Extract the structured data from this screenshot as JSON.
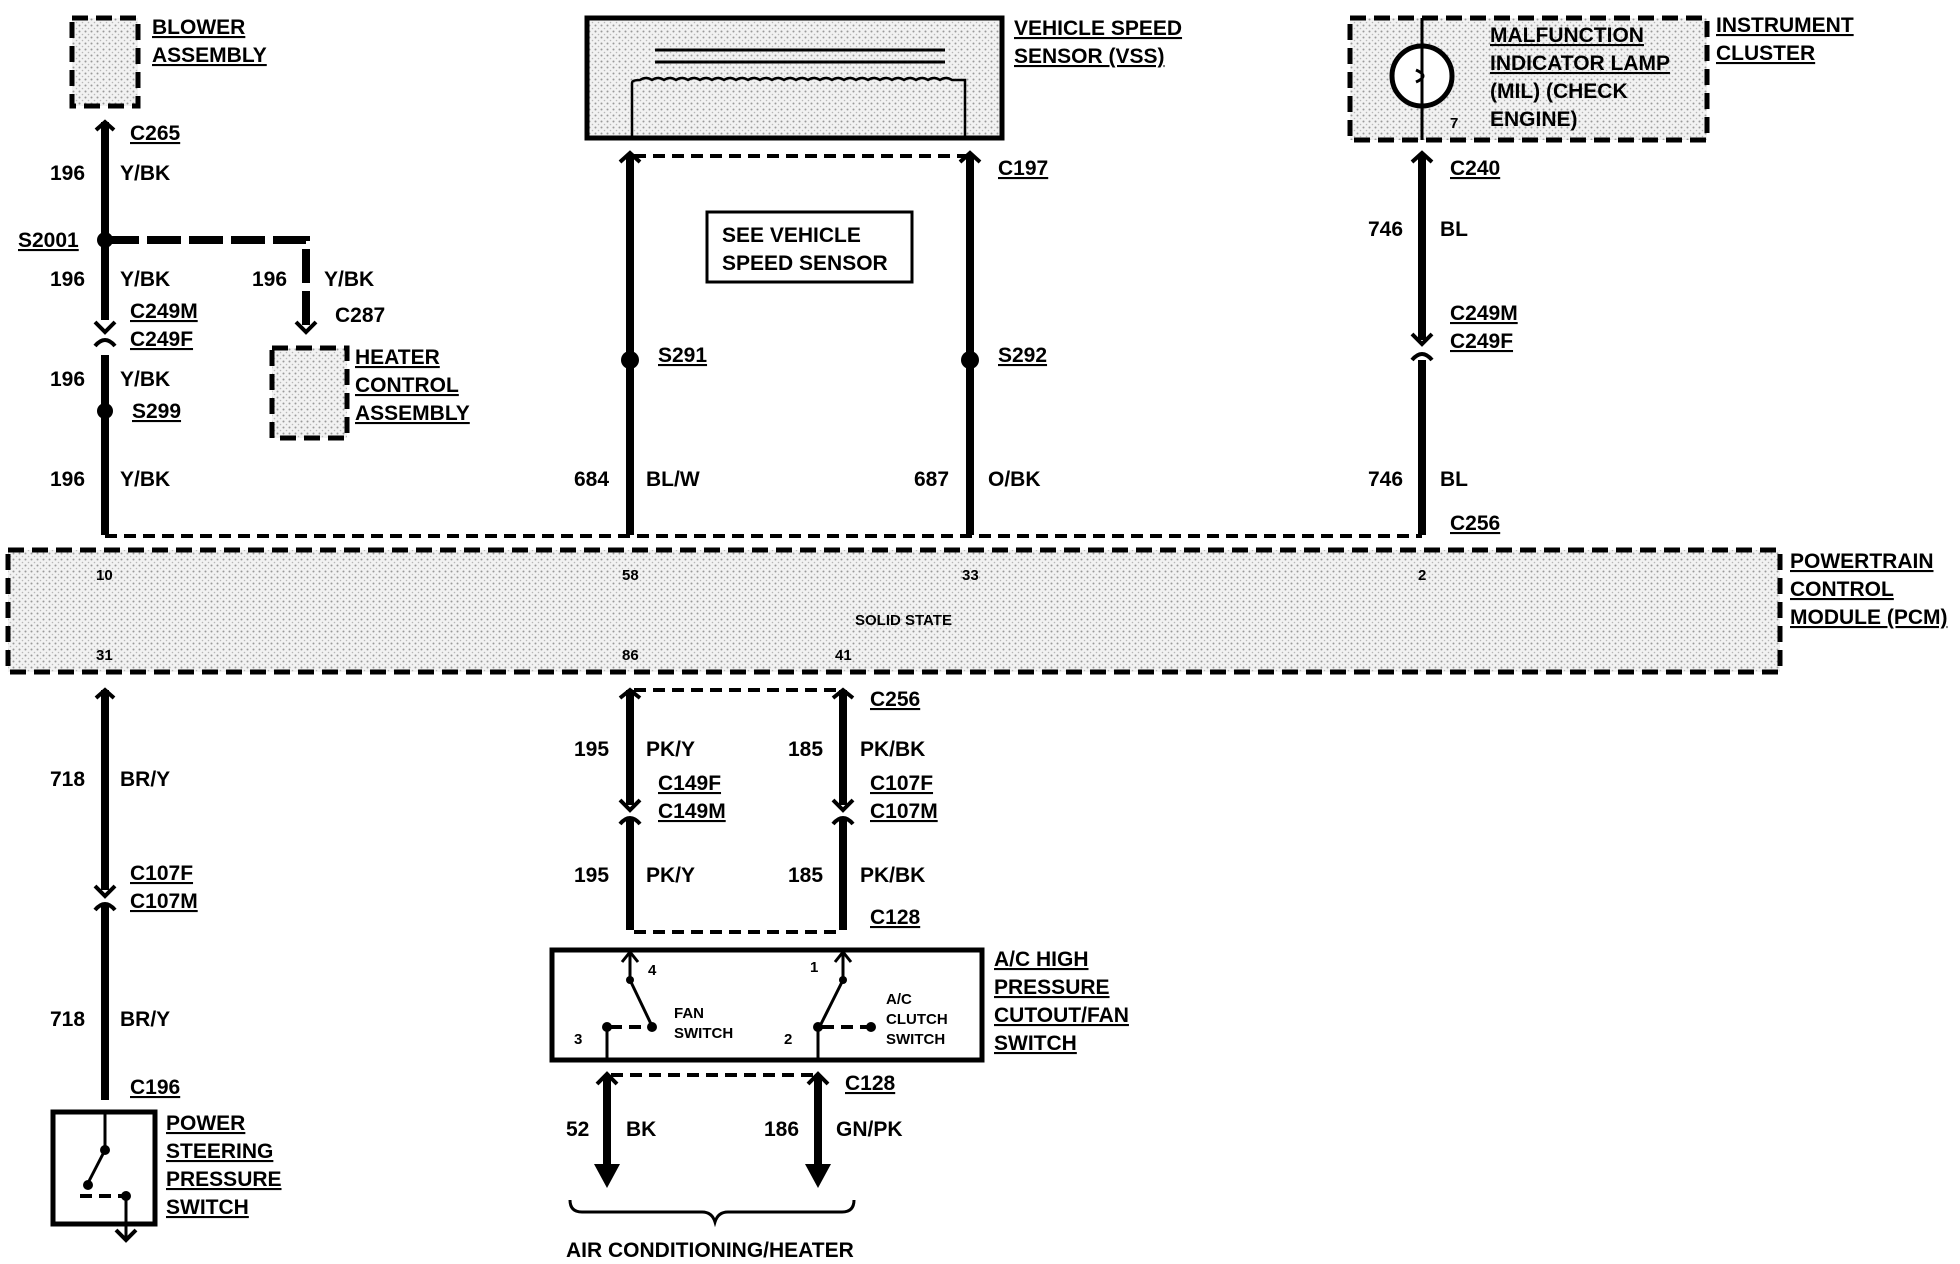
{
  "components": {
    "blower": [
      "BLOWER",
      "ASSEMBLY"
    ],
    "vss": [
      "VEHICLE SPEED",
      "SENSOR (VSS)"
    ],
    "mil": [
      "MALFUNCTION",
      "INDICATOR LAMP",
      "(MIL) (CHECK",
      "ENGINE)"
    ],
    "cluster": [
      "INSTRUMENT",
      "CLUSTER"
    ],
    "see_vss": [
      "SEE VEHICLE",
      "SPEED SENSOR"
    ],
    "heater": [
      "HEATER",
      "CONTROL",
      "ASSEMBLY"
    ],
    "pcm": [
      "POWERTRAIN",
      "CONTROL",
      "MODULE (PCM)"
    ],
    "pcm_inner": "SOLID STATE",
    "ac_switch": [
      "A/C HIGH",
      "PRESSURE",
      "CUTOUT/FAN",
      "SWITCH"
    ],
    "ps_switch": [
      "POWER",
      "STEERING",
      "PRESSURE",
      "SWITCH"
    ],
    "fan_switch": [
      "FAN",
      "SWITCH"
    ],
    "clutch_switch": [
      "A/C",
      "CLUTCH",
      "SWITCH"
    ],
    "footer": "AIR CONDITIONING/HEATER"
  },
  "connectors": {
    "c265": "C265",
    "c197": "C197",
    "c240": "C240",
    "c249m_left": "C249M",
    "c249f_left": "C249F",
    "c287": "C287",
    "c249m_right": "C249M",
    "c249f_right": "C249F",
    "c256_top": "C256",
    "c256_bottom": "C256",
    "c149f": "C149F",
    "c149m": "C149M",
    "c107f_mid": "C107F",
    "c107m_mid": "C107M",
    "c107f_left": "C107F",
    "c107m_left": "C107M",
    "c128_top": "C128",
    "c128_bottom": "C128",
    "c196": "C196"
  },
  "splices": {
    "s2001": "S2001",
    "s299": "S299",
    "s291": "S291",
    "s292": "S292"
  },
  "circuits": {
    "w196_a": "196",
    "col196_a": "Y/BK",
    "w196_b": "196",
    "col196_b": "Y/BK",
    "w196_c": "196",
    "col196_c": "Y/BK",
    "w196_d": "196",
    "col196_d": "Y/BK",
    "w196_e": "196",
    "col196_e": "Y/BK",
    "w746_a": "746",
    "col746_a": "BL",
    "w746_b": "746",
    "col746_b": "BL",
    "w684": "684",
    "col684": "BL/W",
    "w687": "687",
    "col687": "O/BK",
    "w718_a": "718",
    "col718_a": "BR/Y",
    "w718_b": "718",
    "col718_b": "BR/Y",
    "w195_a": "195",
    "col195_a": "PK/Y",
    "w195_b": "195",
    "col195_b": "PK/Y",
    "w185_a": "185",
    "col185_a": "PK/BK",
    "w185_b": "185",
    "col185_b": "PK/BK",
    "w52": "52",
    "col52": "BK",
    "w186": "186",
    "col186": "GN/PK"
  },
  "pins": {
    "p10": "10",
    "p58": "58",
    "p33": "33",
    "p2": "2",
    "p31": "31",
    "p86": "86",
    "p41": "41",
    "p7": "7",
    "p4": "4",
    "p1": "1",
    "p3": "3",
    "p2b": "2"
  }
}
